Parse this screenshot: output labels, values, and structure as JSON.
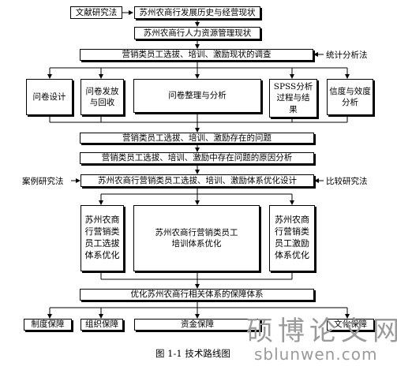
{
  "diagram": {
    "nodes": {
      "method_literature": "文献研究法",
      "history": "苏州农商行发展历史与经营现状",
      "hr": "苏州农商行人力资源管理现状",
      "survey": "营销类员工选拔、培训、激励现状的调查",
      "method_statistics": "统计分析法",
      "design": "问卷设计",
      "distribute": "问卷发放\n与回收",
      "organize": "问卷整理与分析",
      "spss": "SPSS分析\n过程与结\n果",
      "reliability": "信度与效度\n分析",
      "problems": "营销类员工选拔、培训、激励存在的问题",
      "causes": "营销类员工选拔、培训、激励中存在问题的原因分析",
      "method_case": "案例研究法",
      "optimize": "苏州农商行营销类员工选拔、培训、激励体系优化设计",
      "method_compare": "比较研究法",
      "opt_selection": "苏州农商\n行营销类\n员工选拔\n体系优化",
      "opt_training": "苏州农商行营销类员工\n培训体系优化",
      "opt_incentive": "苏州农商\n行营销类\n员工激励\n体系优化",
      "guarantee": "优化苏州农商行相关体系的保障体系",
      "g_system": "制度保障",
      "g_org": "组织保障",
      "g_fund": "资金保障",
      "g_culture": "文化保障"
    }
  },
  "caption": "图 1-1  技术路线图",
  "watermark": {
    "main": "硕博论文网",
    "url": "sblunwen.com"
  }
}
